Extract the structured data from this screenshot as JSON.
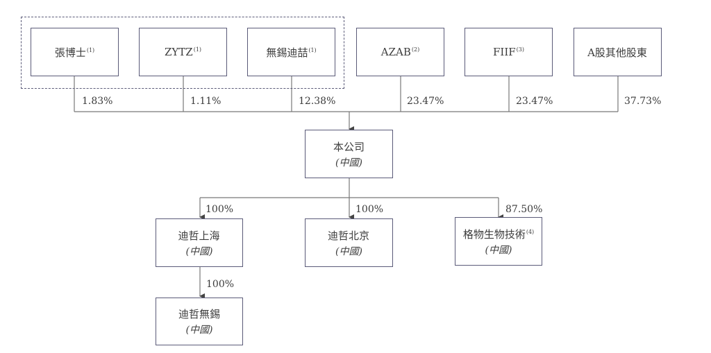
{
  "shareholders": [
    {
      "name": "張博士",
      "note": "(1)",
      "pct": "1.83%"
    },
    {
      "name": "ZYTZ",
      "note": "(1)",
      "pct": "1.11%"
    },
    {
      "name": "無錫迪喆",
      "note": "(1)",
      "pct": "12.38%"
    },
    {
      "name": "AZAB",
      "note": "(2)",
      "pct": "23.47%"
    },
    {
      "name": "FIIF",
      "note": "(3)",
      "pct": "23.47%"
    },
    {
      "name": "A股其他股東",
      "note": "",
      "pct": "37.73%"
    }
  ],
  "company": {
    "name": "本公司",
    "sub": "(中國)"
  },
  "subsidiaries": [
    {
      "name": "迪哲上海",
      "note": "",
      "sub": "(中國)",
      "pct": "100%"
    },
    {
      "name": "迪哲北京",
      "note": "",
      "sub": "(中國)",
      "pct": "100%"
    },
    {
      "name": "格物生物技術",
      "note": "(4)",
      "sub": "(中國)",
      "pct": "87.50%"
    }
  ],
  "sub_subsidiary": {
    "name": "迪哲無錫",
    "sub": "(中國)",
    "pct": "100%"
  }
}
